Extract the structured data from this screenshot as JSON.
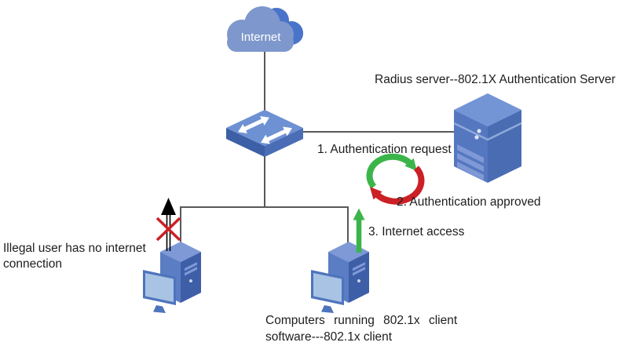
{
  "diagram": {
    "internet": {
      "label": "Internet"
    },
    "radius_server": {
      "label": "Radius server--802.1X Authentication Server"
    },
    "steps": {
      "auth_request": "1. Authentication request",
      "auth_approved": "2. Authentication approved",
      "internet_access": "3. Internet access"
    },
    "illegal_user": {
      "line1": "Illegal user has no internet",
      "line2": "connection"
    },
    "clients": {
      "line1": "Computers running 802.1x client",
      "line2": "software---802.1x client"
    },
    "icons": {
      "cloud": "internet-cloud-icon",
      "switch": "network-switch-icon",
      "server": "radius-server-icon",
      "computer": "desktop-computer-icon",
      "exchange": "auth-exchange-arrows-icon",
      "blocked": "blocked-connection-icon",
      "access": "internet-access-arrow-icon"
    },
    "colors": {
      "arrow_green": "#3bb54a",
      "arrow_red": "#cb2026",
      "connector_line": "#58595b",
      "blue_dark": "#3e5ea8",
      "blue_mid": "#5b7dc4",
      "blue_light": "#7e97cc",
      "cloud_back": "#4a74c9",
      "monitor_screen": "#a9c3e4"
    }
  }
}
